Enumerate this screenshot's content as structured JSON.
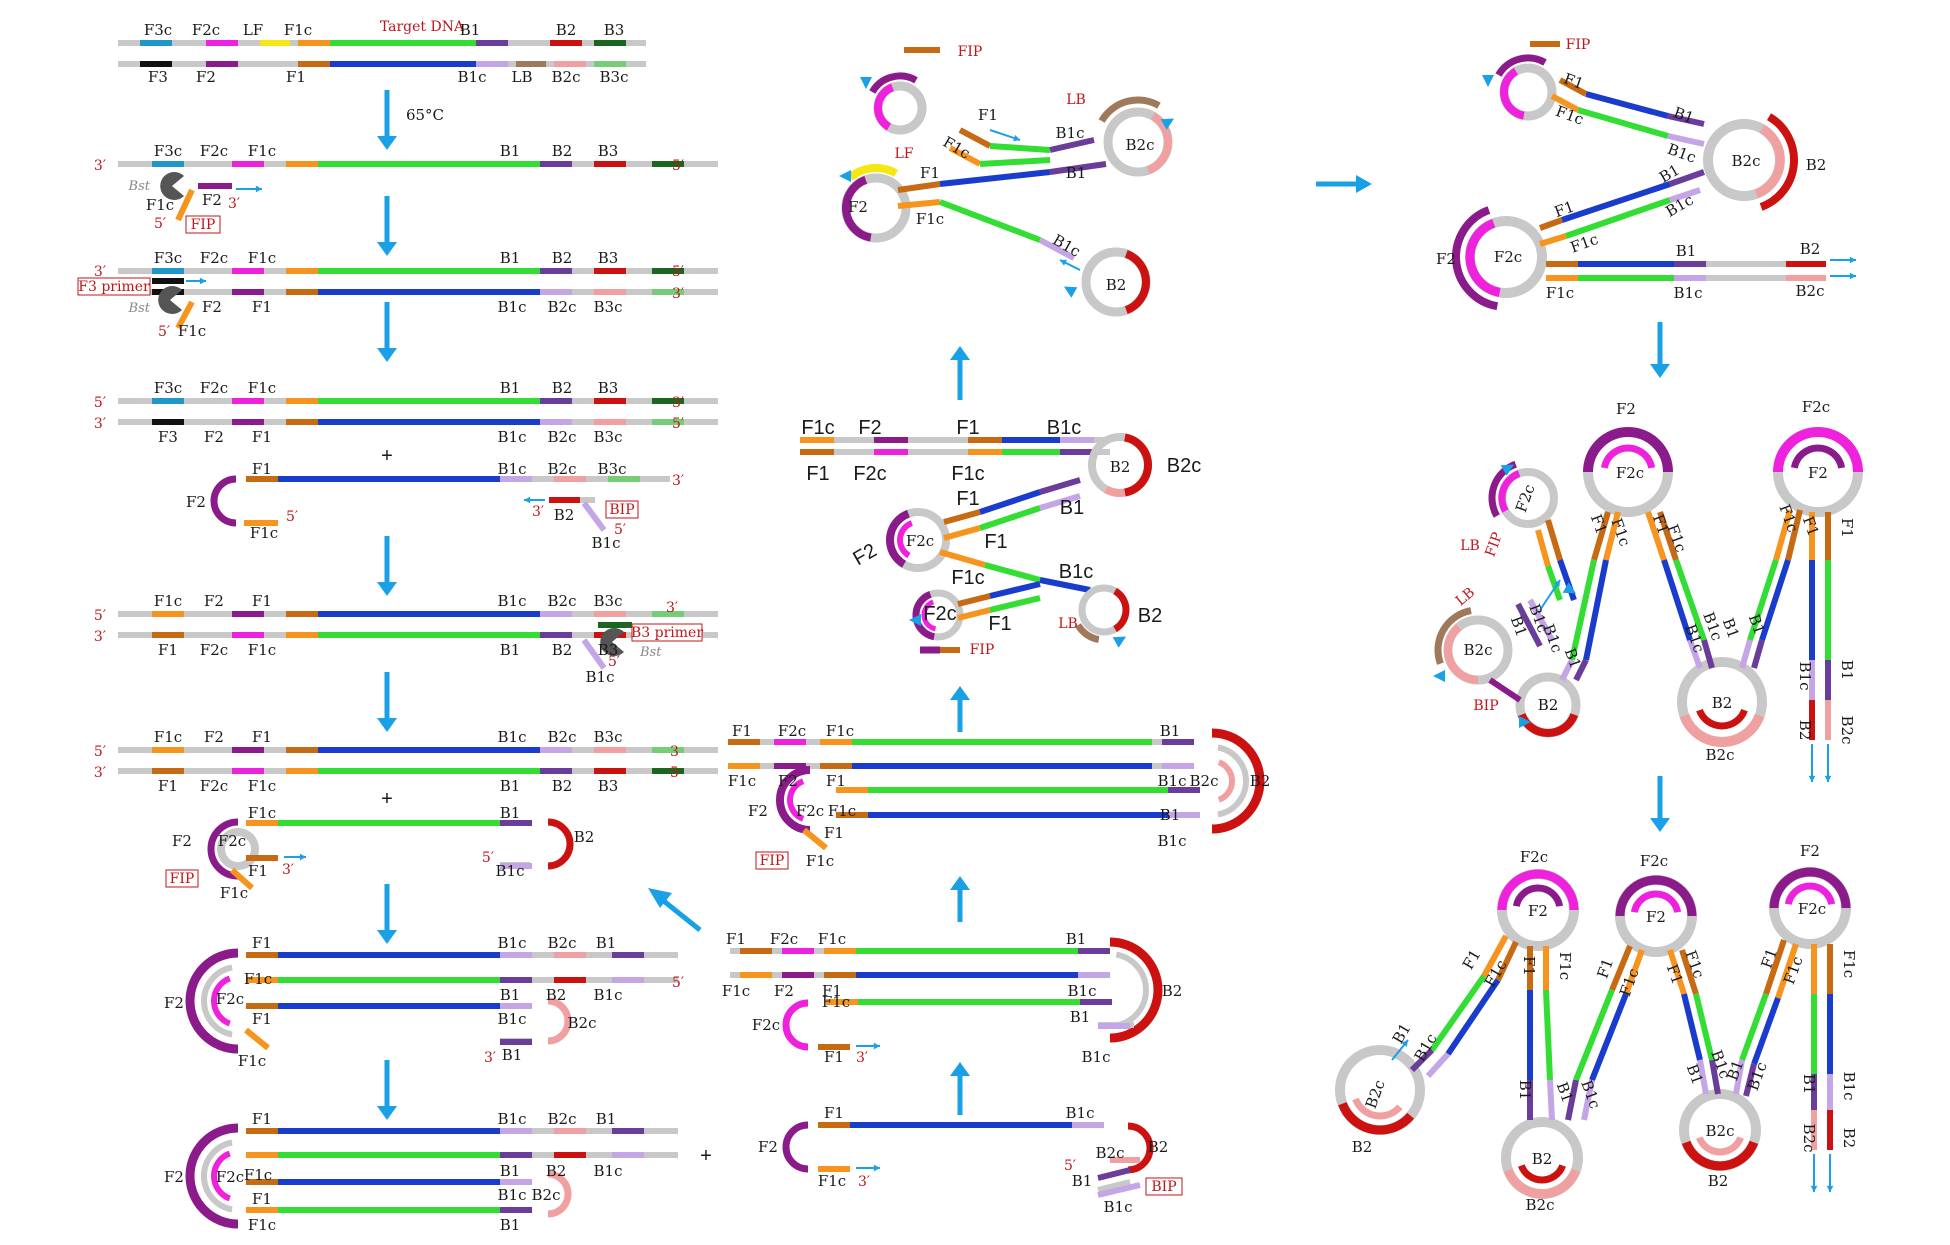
{
  "colors": {
    "gray": "#c8c8c8",
    "F3c": "#2196c8",
    "F3": "#111111",
    "F2c": "#ee22dd",
    "F2": "#8b1a8b",
    "LF": "#f5e614",
    "F1c": "#f7941d",
    "F1": "#c66a14",
    "target_top": "#33dd33",
    "target_bottom": "#1a3ccc",
    "B1": "#6a3d9a",
    "B1c": "#c4a5e6",
    "LB": "#a0795a",
    "B2": "#cc1111",
    "B2c": "#f0a0a0",
    "B3": "#1a6620",
    "B3c": "#77cc77",
    "arrow": "#1aa0e6",
    "red_text": "#c0161b"
  },
  "labels": {
    "target_dna": "Target DNA",
    "temp": "65°C",
    "F3c": "F3c",
    "F3": "F3",
    "F2c": "F2c",
    "F2": "F2",
    "F1c": "F1c",
    "F1": "F1",
    "LF": "LF",
    "LB": "LB",
    "B1": "B1",
    "B1c": "B1c",
    "B2": "B2",
    "B2c": "B2c",
    "B3": "B3",
    "B3c": "B3c",
    "prime3": "3′",
    "prime5": "5′",
    "three": "3",
    "five": "5",
    "bst": "Bst",
    "FIP": "FIP",
    "BIP": "BIP",
    "F3_primer": "F3 primer",
    "B3_primer": "B3 primer",
    "plus": "+"
  }
}
